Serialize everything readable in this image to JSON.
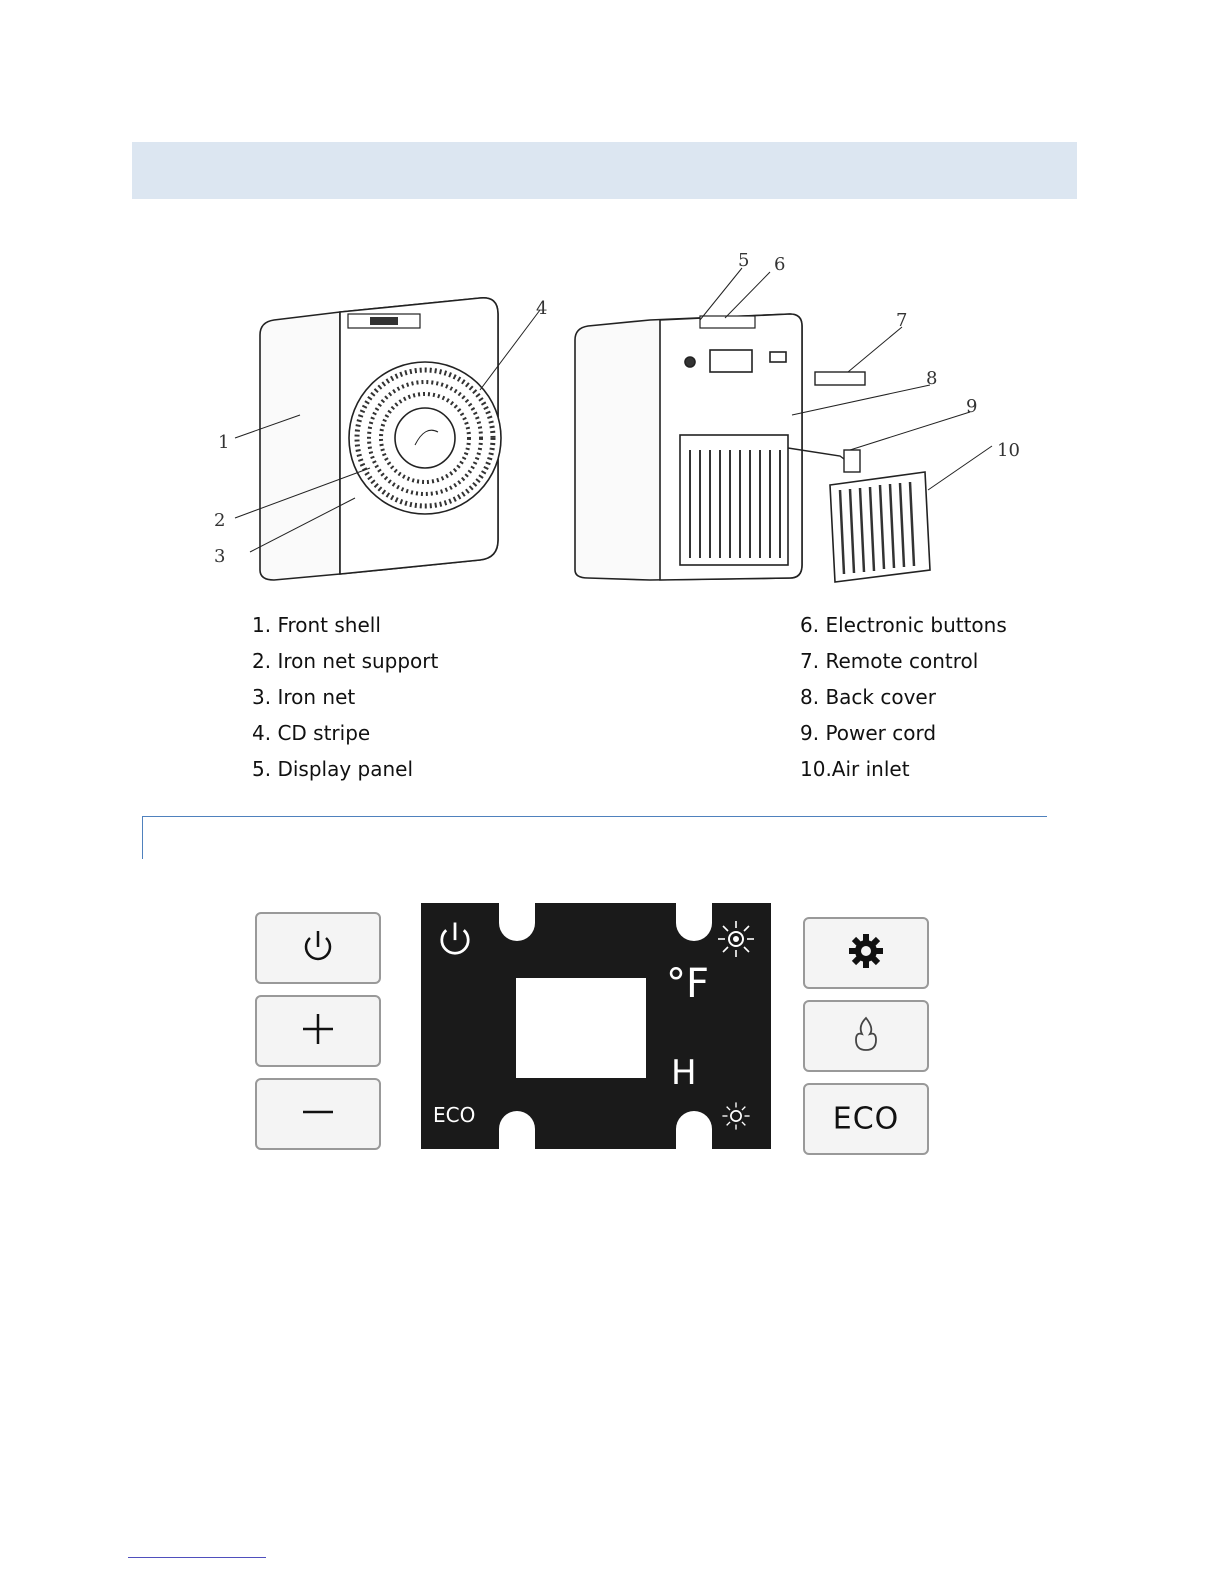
{
  "diagram": {
    "callouts": [
      "1",
      "2",
      "3",
      "4",
      "5",
      "6",
      "7",
      "8",
      "9",
      "10"
    ]
  },
  "legend": {
    "left": [
      "1. Front shell",
      "2. Iron net support",
      "3. Iron net",
      "4. CD stripe",
      "5. Display panel"
    ],
    "right": [
      "6. Electronic buttons",
      "7. Remote control",
      "8. Back cover",
      "9. Power cord",
      "10.Air inlet"
    ]
  },
  "control_panel": {
    "left_keys": [
      "power-icon",
      "plus-icon",
      "minus-icon"
    ],
    "lcd": {
      "unit": "°F",
      "mode_letter": "H",
      "eco_label": "ECO"
    },
    "right_keys": {
      "settings": "gear-icon",
      "mode": "flame-icon",
      "eco_label": "ECO"
    }
  }
}
